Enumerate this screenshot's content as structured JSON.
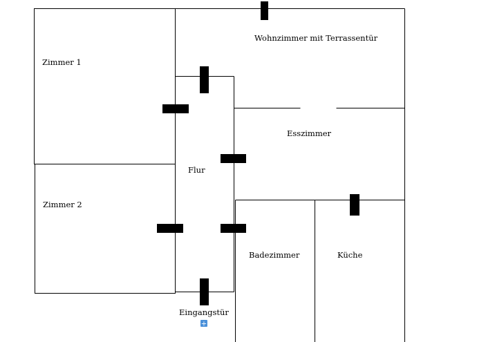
{
  "rooms": {
    "zimmer1": "Zimmer 1",
    "zimmer2": "Zimmer 2",
    "wohnzimmer": "Wohnzimmer mit Terrassentür",
    "esszimmer": "Esszimmer",
    "flur": "Flur",
    "badezimmer": "Badezimmer",
    "kueche": "Küche",
    "eingang": "Eingangstür"
  },
  "add_button": {
    "glyph": "+",
    "color": "#4a90d9"
  },
  "colors": {
    "wall": "#000000",
    "door": "#000000",
    "background": "#ffffff"
  }
}
